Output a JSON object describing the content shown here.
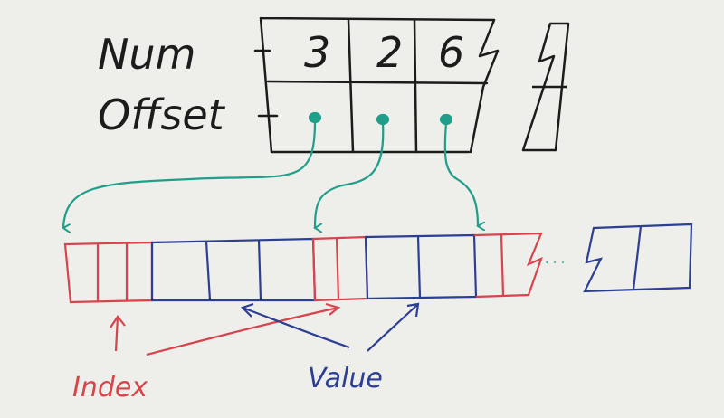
{
  "labels": {
    "num": "Num",
    "offset": "Offset",
    "index": "Index",
    "value": "Value",
    "ellipsis": "· · ·"
  },
  "table": {
    "num_values": [
      "3",
      "2",
      "6"
    ]
  },
  "colors": {
    "board": "#eeeeeb",
    "ink_black": "#1c1c1c",
    "ink_red": "#d8444c",
    "ink_blue": "#2d3f93",
    "ink_teal": "#1f9e8a"
  }
}
